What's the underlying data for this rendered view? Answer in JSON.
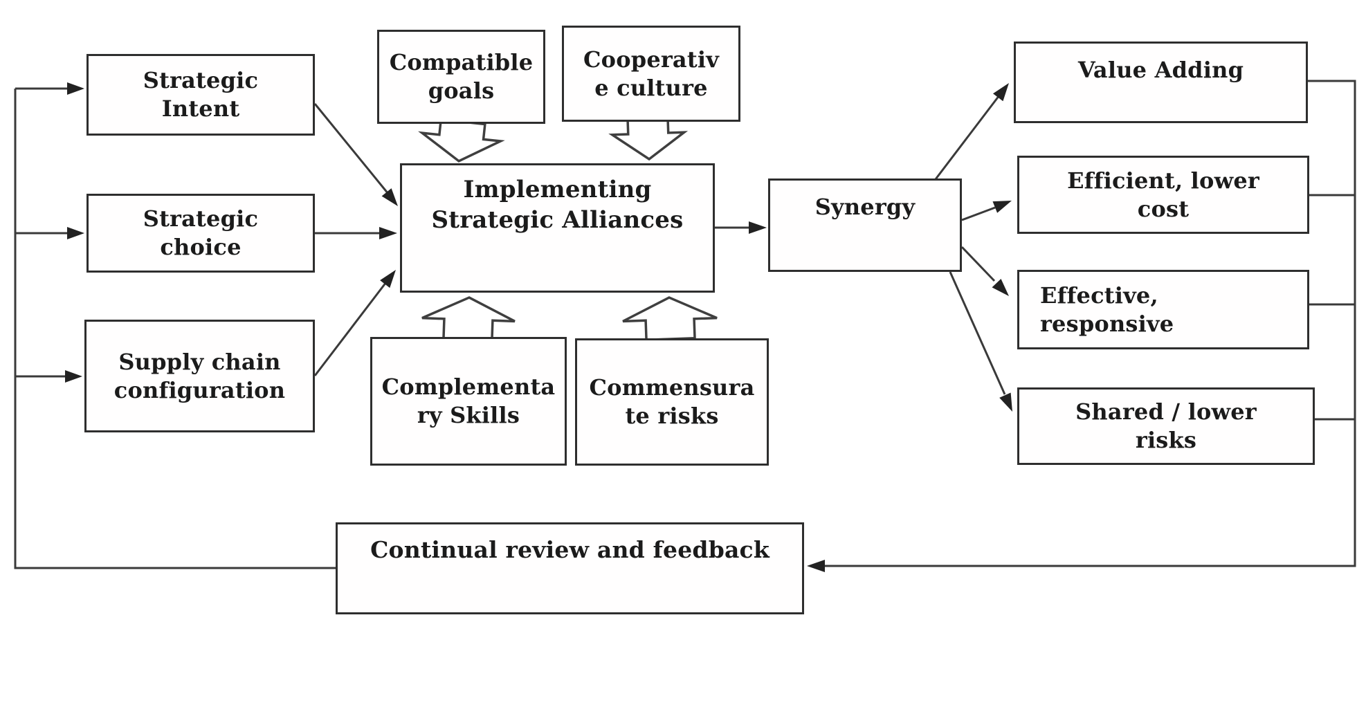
{
  "diagram": {
    "subject": "Implementing Strategic Alliances flow diagram",
    "colors": {
      "background": "#ffffff",
      "box_fill": "#fffefe",
      "box_border": "#2e2e2e",
      "line": "#3a3a3a",
      "text": "#1b1b1b"
    },
    "nodes": {
      "strategic_intent": {
        "line1": "Strategic",
        "line2": "Intent"
      },
      "strategic_choice": {
        "line1": "Strategic",
        "line2": "choice"
      },
      "supply_chain": {
        "line1": "Supply chain",
        "line2": "configuration"
      },
      "compatible_goals": {
        "line1": "Compatible",
        "line2": "goals"
      },
      "cooperative_culture": {
        "line1": "Cooperativ",
        "line2": "e culture"
      },
      "implementing": {
        "line1": "Implementing",
        "line2": "Strategic Alliances"
      },
      "complementary_skills": {
        "line1": "Complementa",
        "line2": "ry Skills"
      },
      "commensurate_risks": {
        "line1": "Commensura",
        "line2": "te risks"
      },
      "synergy": {
        "line1": "Synergy"
      },
      "value_adding": {
        "line1": "Value Adding"
      },
      "efficient": {
        "line1": "Efficient, lower",
        "line2": "cost"
      },
      "effective": {
        "line1": "Effective,",
        "line2": "responsive"
      },
      "shared": {
        "line1": "Shared / lower",
        "line2": "risks"
      },
      "feedback": {
        "line1": "Continual review and feedback"
      }
    },
    "edges": [
      {
        "from": "strategic_intent",
        "to": "implementing",
        "style": "arrow"
      },
      {
        "from": "strategic_choice",
        "to": "implementing",
        "style": "arrow"
      },
      {
        "from": "supply_chain",
        "to": "implementing",
        "style": "arrow"
      },
      {
        "from": "compatible_goals",
        "to": "implementing",
        "style": "block-arrow"
      },
      {
        "from": "cooperative_culture",
        "to": "implementing",
        "style": "block-arrow"
      },
      {
        "from": "complementary_skills",
        "to": "implementing",
        "style": "block-arrow"
      },
      {
        "from": "commensurate_risks",
        "to": "implementing",
        "style": "block-arrow"
      },
      {
        "from": "implementing",
        "to": "synergy",
        "style": "arrow"
      },
      {
        "from": "synergy",
        "to": "value_adding",
        "style": "arrow"
      },
      {
        "from": "synergy",
        "to": "efficient",
        "style": "arrow"
      },
      {
        "from": "synergy",
        "to": "effective",
        "style": "arrow"
      },
      {
        "from": "synergy",
        "to": "shared",
        "style": "arrow"
      },
      {
        "from": "value_adding",
        "to": "feedback",
        "style": "line-loop"
      },
      {
        "from": "efficient",
        "to": "feedback",
        "style": "line-loop"
      },
      {
        "from": "effective",
        "to": "feedback",
        "style": "line-loop"
      },
      {
        "from": "shared",
        "to": "feedback",
        "style": "arrow-loop"
      },
      {
        "from": "feedback",
        "to": "strategic_intent",
        "style": "arrow-loop"
      },
      {
        "from": "feedback",
        "to": "strategic_choice",
        "style": "arrow-loop"
      },
      {
        "from": "feedback",
        "to": "supply_chain",
        "style": "arrow-loop"
      }
    ]
  }
}
